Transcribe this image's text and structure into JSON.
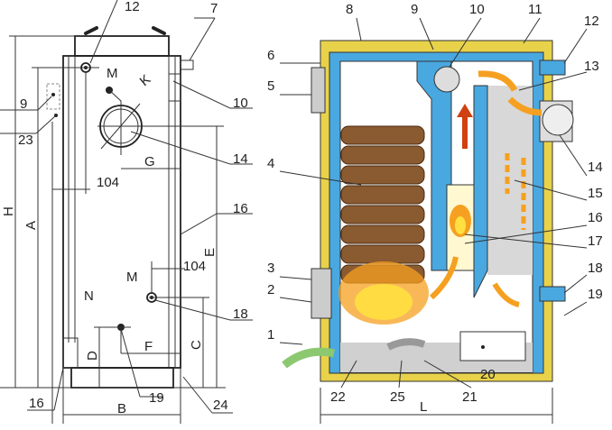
{
  "front_view": {
    "callouts": {
      "c12": "12",
      "c7": "7",
      "c9": "9",
      "c23": "23",
      "c10": "10",
      "c14": "14",
      "c16a": "16",
      "c16b": "16",
      "c18": "18",
      "c19": "19",
      "c24": "24"
    },
    "dimensions": {
      "H": "H",
      "A": "A",
      "E": "E",
      "C": "C",
      "D": "D",
      "B": "B",
      "F": "F",
      "G": "G",
      "d104a": "104",
      "d104b": "104",
      "M1": "M",
      "M2": "M",
      "N": "N",
      "K": "K"
    }
  },
  "section_view": {
    "callouts": {
      "c8": "8",
      "c9": "9",
      "c10": "10",
      "c11": "11",
      "c12": "12",
      "c6": "6",
      "c13": "13",
      "c5": "5",
      "c14": "14",
      "c15": "15",
      "c4": "4",
      "c16": "16",
      "c17": "17",
      "c3": "3",
      "c18": "18",
      "c2": "2",
      "c19": "19",
      "c1": "1",
      "c22": "22",
      "c25": "25",
      "c21": "21",
      "c20": "20"
    },
    "dimensions": {
      "L": "L"
    }
  },
  "colors": {
    "insulation": "#e8d24a",
    "water_jacket": "#4aa8e0",
    "fire": "#f5a020",
    "wood": "#8a5a30",
    "flue": "#d0d0d0"
  }
}
